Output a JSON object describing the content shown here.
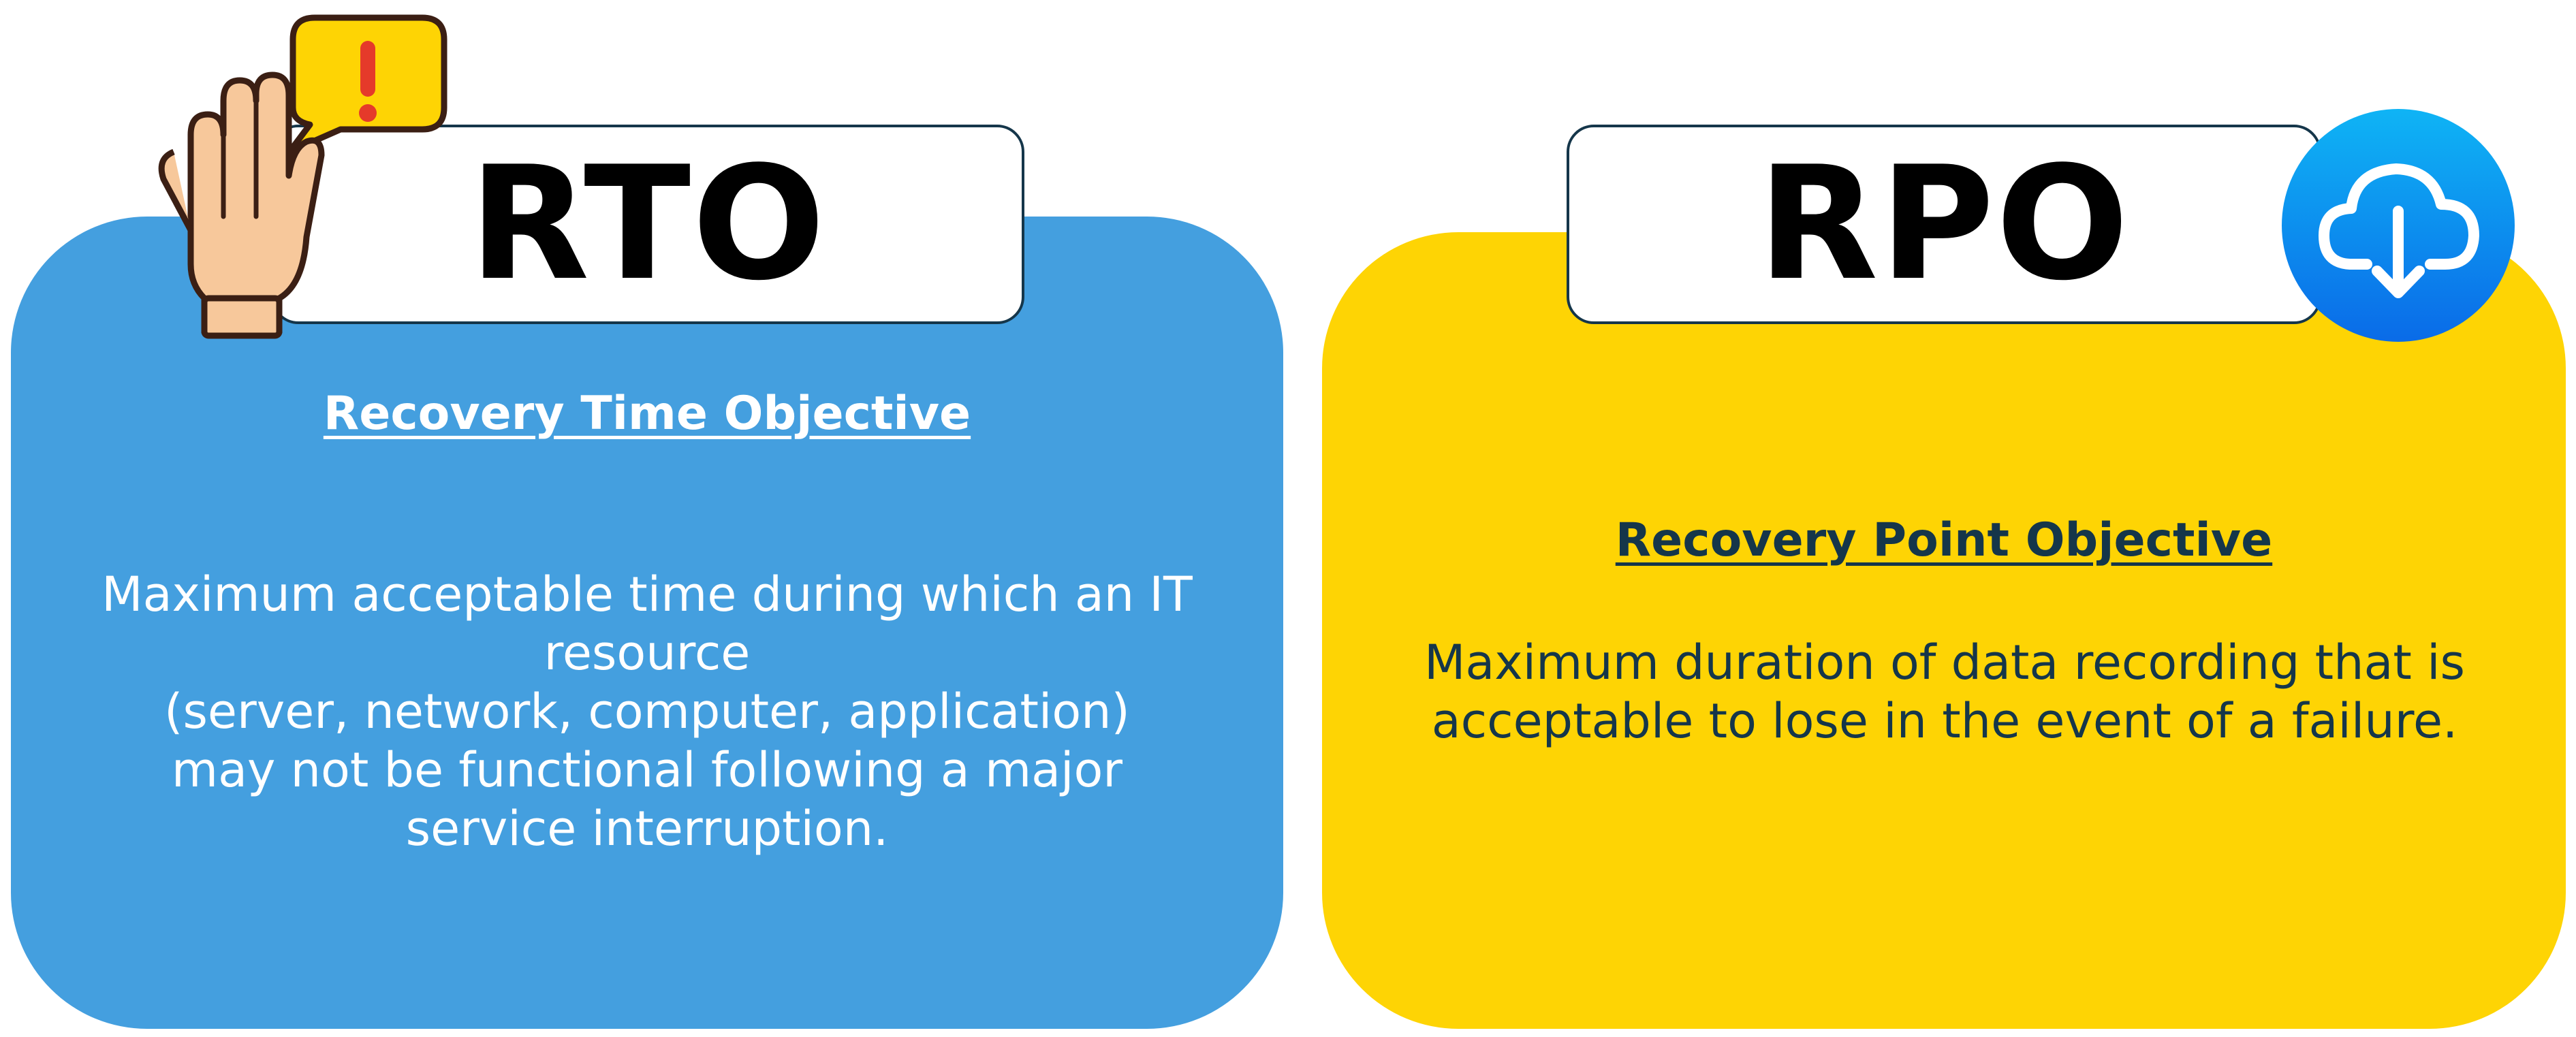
{
  "rto": {
    "title": "RTO",
    "subtitle": "Recovery Time Objective",
    "description_lines": [
      "Maximum acceptable time during which an IT",
      "resource",
      "(server, network, computer, application)",
      "may not be functional following a major",
      "service interruption."
    ],
    "icon": "raised-hand-alert-icon",
    "card_color": "#449fdf"
  },
  "rpo": {
    "title": "RPO",
    "subtitle": "Recovery Point Objective",
    "description_lines": [
      "Maximum duration of data recording that is",
      "acceptable to lose in the event of a failure."
    ],
    "icon": "cloud-download-icon",
    "card_color": "#fed404"
  }
}
